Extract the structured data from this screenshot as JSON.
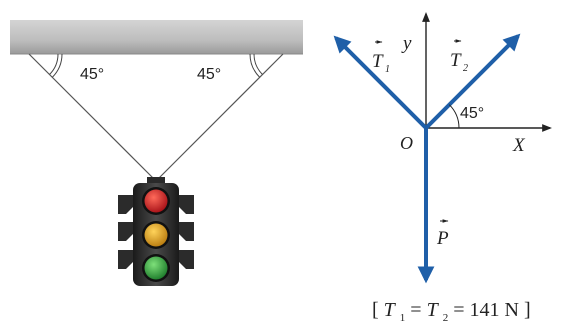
{
  "left_figure": {
    "angle_left": "45°",
    "angle_right": "45°"
  },
  "right_figure": {
    "axis_y": "y",
    "axis_x": "X",
    "origin": "O",
    "vector_t1": "T",
    "vector_t1_sub": "1",
    "vector_t2": "T",
    "vector_t2_sub": "2",
    "vector_p": "P",
    "angle": "45°"
  },
  "result": {
    "open_bracket": "[",
    "t1": "T",
    "t1_sub": "1",
    "eq1": " = ",
    "t2": "T",
    "t2_sub": "2",
    "eq2": " = 141 N",
    "close_bracket": "]"
  },
  "colors": {
    "vector_blue": "#1f5fa8",
    "ceiling": "#b9b9b9",
    "light_red": "#c8161d",
    "light_amber": "#e0a21a",
    "light_green": "#2e9a3a"
  }
}
